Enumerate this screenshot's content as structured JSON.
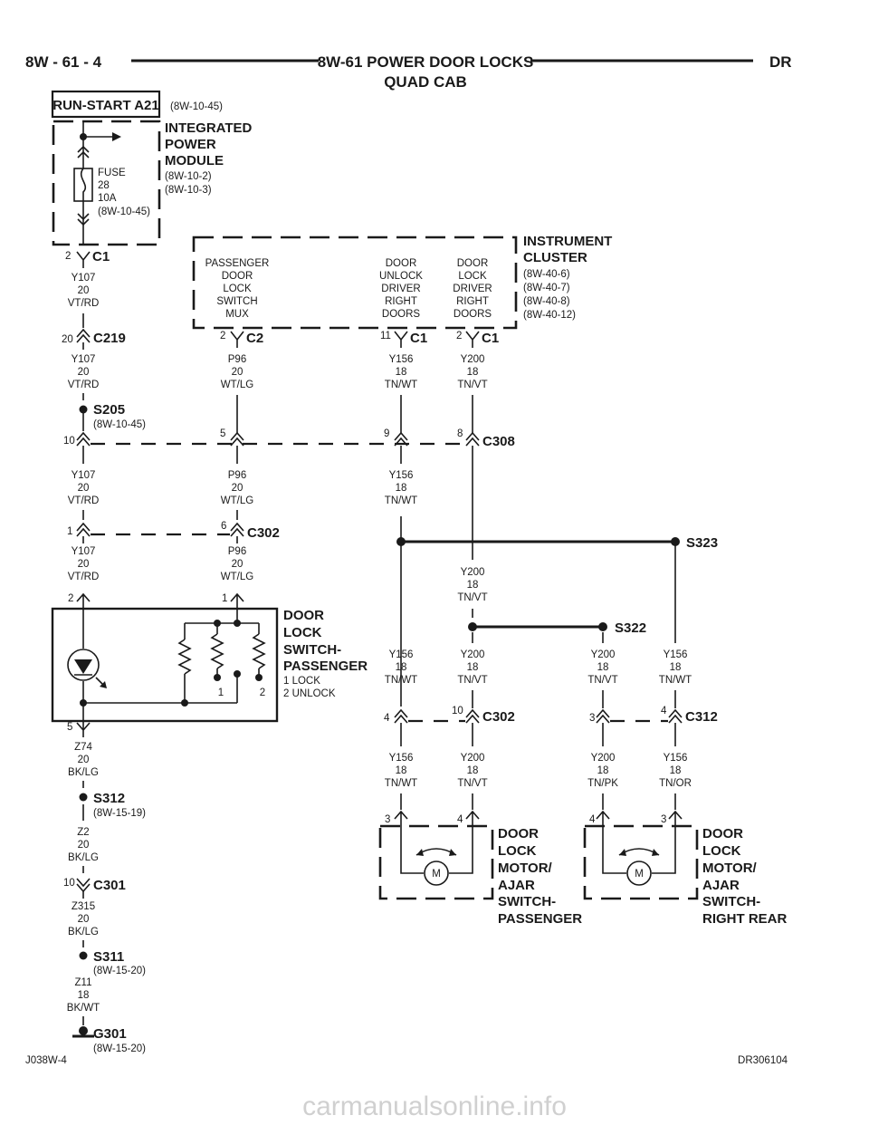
{
  "header": {
    "left": "8W - 61 - 4",
    "title": "8W-61 POWER DOOR LOCKS",
    "subtitle": "QUAD CAB",
    "right": "DR"
  },
  "source": {
    "label": "RUN-START A21",
    "ref": "(8W-10-45)"
  },
  "ipm": {
    "name": [
      "INTEGRATED",
      "POWER",
      "MODULE"
    ],
    "refs": [
      "(8W-10-2)",
      "(8W-10-3)"
    ],
    "fuse": [
      "FUSE",
      "28",
      "10A",
      "(8W-10-45)"
    ]
  },
  "cluster": {
    "name": [
      "INSTRUMENT",
      "CLUSTER"
    ],
    "refs": [
      "(8W-40-6)",
      "(8W-40-7)",
      "(8W-40-8)",
      "(8W-40-12)"
    ],
    "col1": [
      "PASSENGER",
      "DOOR",
      "LOCK",
      "SWITCH",
      "MUX"
    ],
    "col2": [
      "DOOR",
      "UNLOCK",
      "DRIVER",
      "RIGHT",
      "DOORS"
    ],
    "col3": [
      "DOOR",
      "LOCK",
      "DRIVER",
      "RIGHT",
      "DOORS"
    ]
  },
  "connectors": {
    "c1": "C1",
    "c2": "C2",
    "c219": "C219",
    "c308": "C308",
    "c302": "C302",
    "c312": "C312",
    "c301": "C301"
  },
  "pins": {
    "p2": "2",
    "p20": "20",
    "p11": "11",
    "p10": "10",
    "p5": "5",
    "p9": "9",
    "p8": "8",
    "p1": "1",
    "p6": "6",
    "p4": "4",
    "p3": "3"
  },
  "wires": {
    "y107": [
      "Y107",
      "20",
      "VT/RD"
    ],
    "p96": [
      "P96",
      "20",
      "WT/LG"
    ],
    "y156": [
      "Y156",
      "18",
      "TN/WT"
    ],
    "y200": [
      "Y200",
      "18",
      "TN/VT"
    ],
    "y200pk": [
      "Y200",
      "18",
      "TN/PK"
    ],
    "y156or": [
      "Y156",
      "18",
      "TN/OR"
    ],
    "z74": [
      "Z74",
      "20",
      "BK/LG"
    ],
    "z2": [
      "Z2",
      "20",
      "BK/LG"
    ],
    "z315": [
      "Z315",
      "20",
      "BK/LG"
    ],
    "z11": [
      "Z11",
      "18",
      "BK/WT"
    ]
  },
  "splices": {
    "s205": "S205",
    "s205ref": "(8W-10-45)",
    "s323": "S323",
    "s322": "S322",
    "s312": "S312",
    "s312ref": "(8W-15-19)",
    "s311": "S311",
    "s311ref": "(8W-15-20)",
    "g301": "G301",
    "g301ref": "(8W-15-20)"
  },
  "switch": {
    "name": [
      "DOOR",
      "LOCK",
      "SWITCH-",
      "PASSENGER"
    ],
    "legend": [
      "1 LOCK",
      "2 UNLOCK"
    ],
    "c1": "1",
    "c2": "2"
  },
  "motor1": {
    "name": [
      "DOOR",
      "LOCK",
      "MOTOR/",
      "AJAR",
      "SWITCH-",
      "PASSENGER"
    ],
    "symbol": "M"
  },
  "motor2": {
    "name": [
      "DOOR",
      "LOCK",
      "MOTOR/",
      "AJAR",
      "SWITCH-",
      "RIGHT REAR"
    ],
    "symbol": "M"
  },
  "footer": {
    "left": "J038W-4",
    "right": "DR306104"
  },
  "watermark": "carmanualsonline.info"
}
